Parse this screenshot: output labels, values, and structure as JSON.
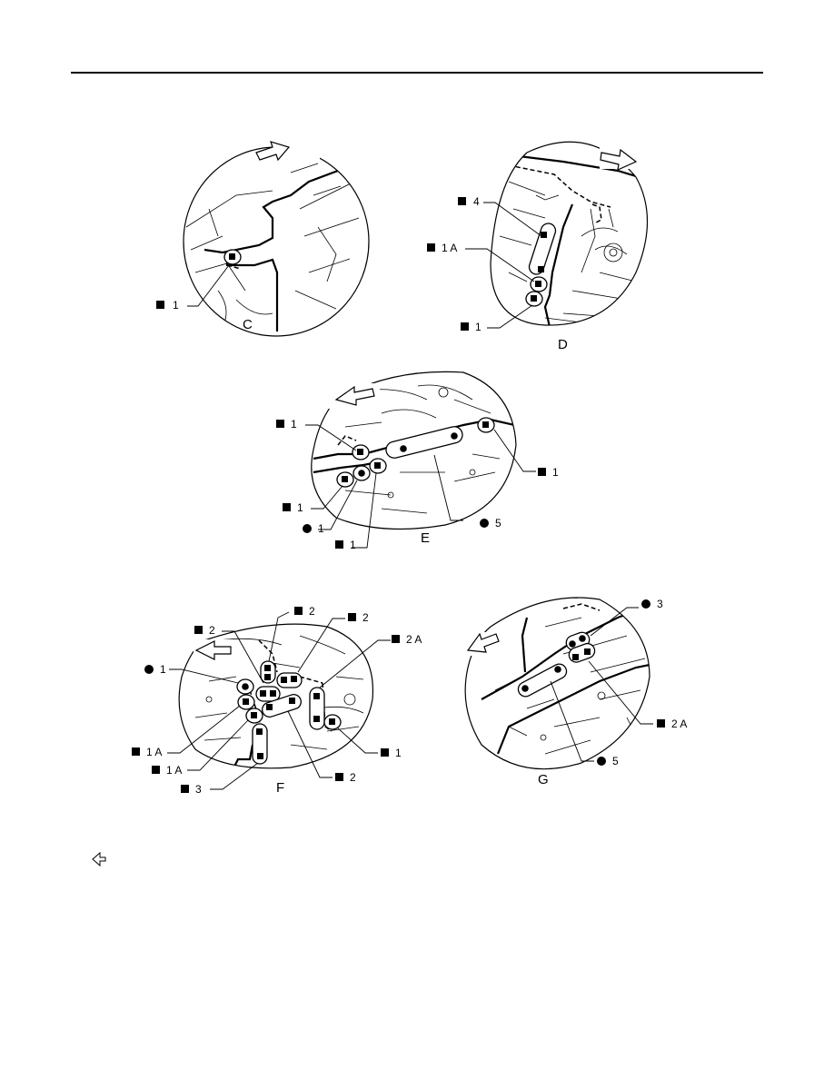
{
  "legend": {
    "arrow_icon": "front-direction-arrow-icon"
  },
  "views": {
    "C": {
      "title": "C",
      "callouts": [
        {
          "symbol": "square",
          "text": "1"
        }
      ]
    },
    "D": {
      "title": "D",
      "callouts": [
        {
          "symbol": "square",
          "text": "4"
        },
        {
          "symbol": "square",
          "text": "1 A"
        },
        {
          "symbol": "square",
          "text": "1"
        }
      ]
    },
    "E": {
      "title": "E",
      "callouts": [
        {
          "symbol": "square",
          "text": "1"
        },
        {
          "symbol": "square",
          "text": "1"
        },
        {
          "symbol": "square",
          "text": "1"
        },
        {
          "symbol": "circle",
          "text": "1"
        },
        {
          "symbol": "square",
          "text": "1"
        },
        {
          "symbol": "circle",
          "text": "5"
        }
      ]
    },
    "F": {
      "title": "F",
      "callouts": [
        {
          "symbol": "square",
          "text": "2"
        },
        {
          "symbol": "square",
          "text": "2"
        },
        {
          "symbol": "square",
          "text": "2"
        },
        {
          "symbol": "square",
          "text": "2 A"
        },
        {
          "symbol": "circle",
          "text": "1"
        },
        {
          "symbol": "square",
          "text": "1 A"
        },
        {
          "symbol": "square",
          "text": "1 A"
        },
        {
          "symbol": "square",
          "text": "3"
        },
        {
          "symbol": "square",
          "text": "1"
        },
        {
          "symbol": "square",
          "text": "2"
        }
      ]
    },
    "G": {
      "title": "G",
      "callouts": [
        {
          "symbol": "circle",
          "text": "3"
        },
        {
          "symbol": "square",
          "text": "2 A"
        },
        {
          "symbol": "circle",
          "text": "5"
        }
      ]
    }
  }
}
